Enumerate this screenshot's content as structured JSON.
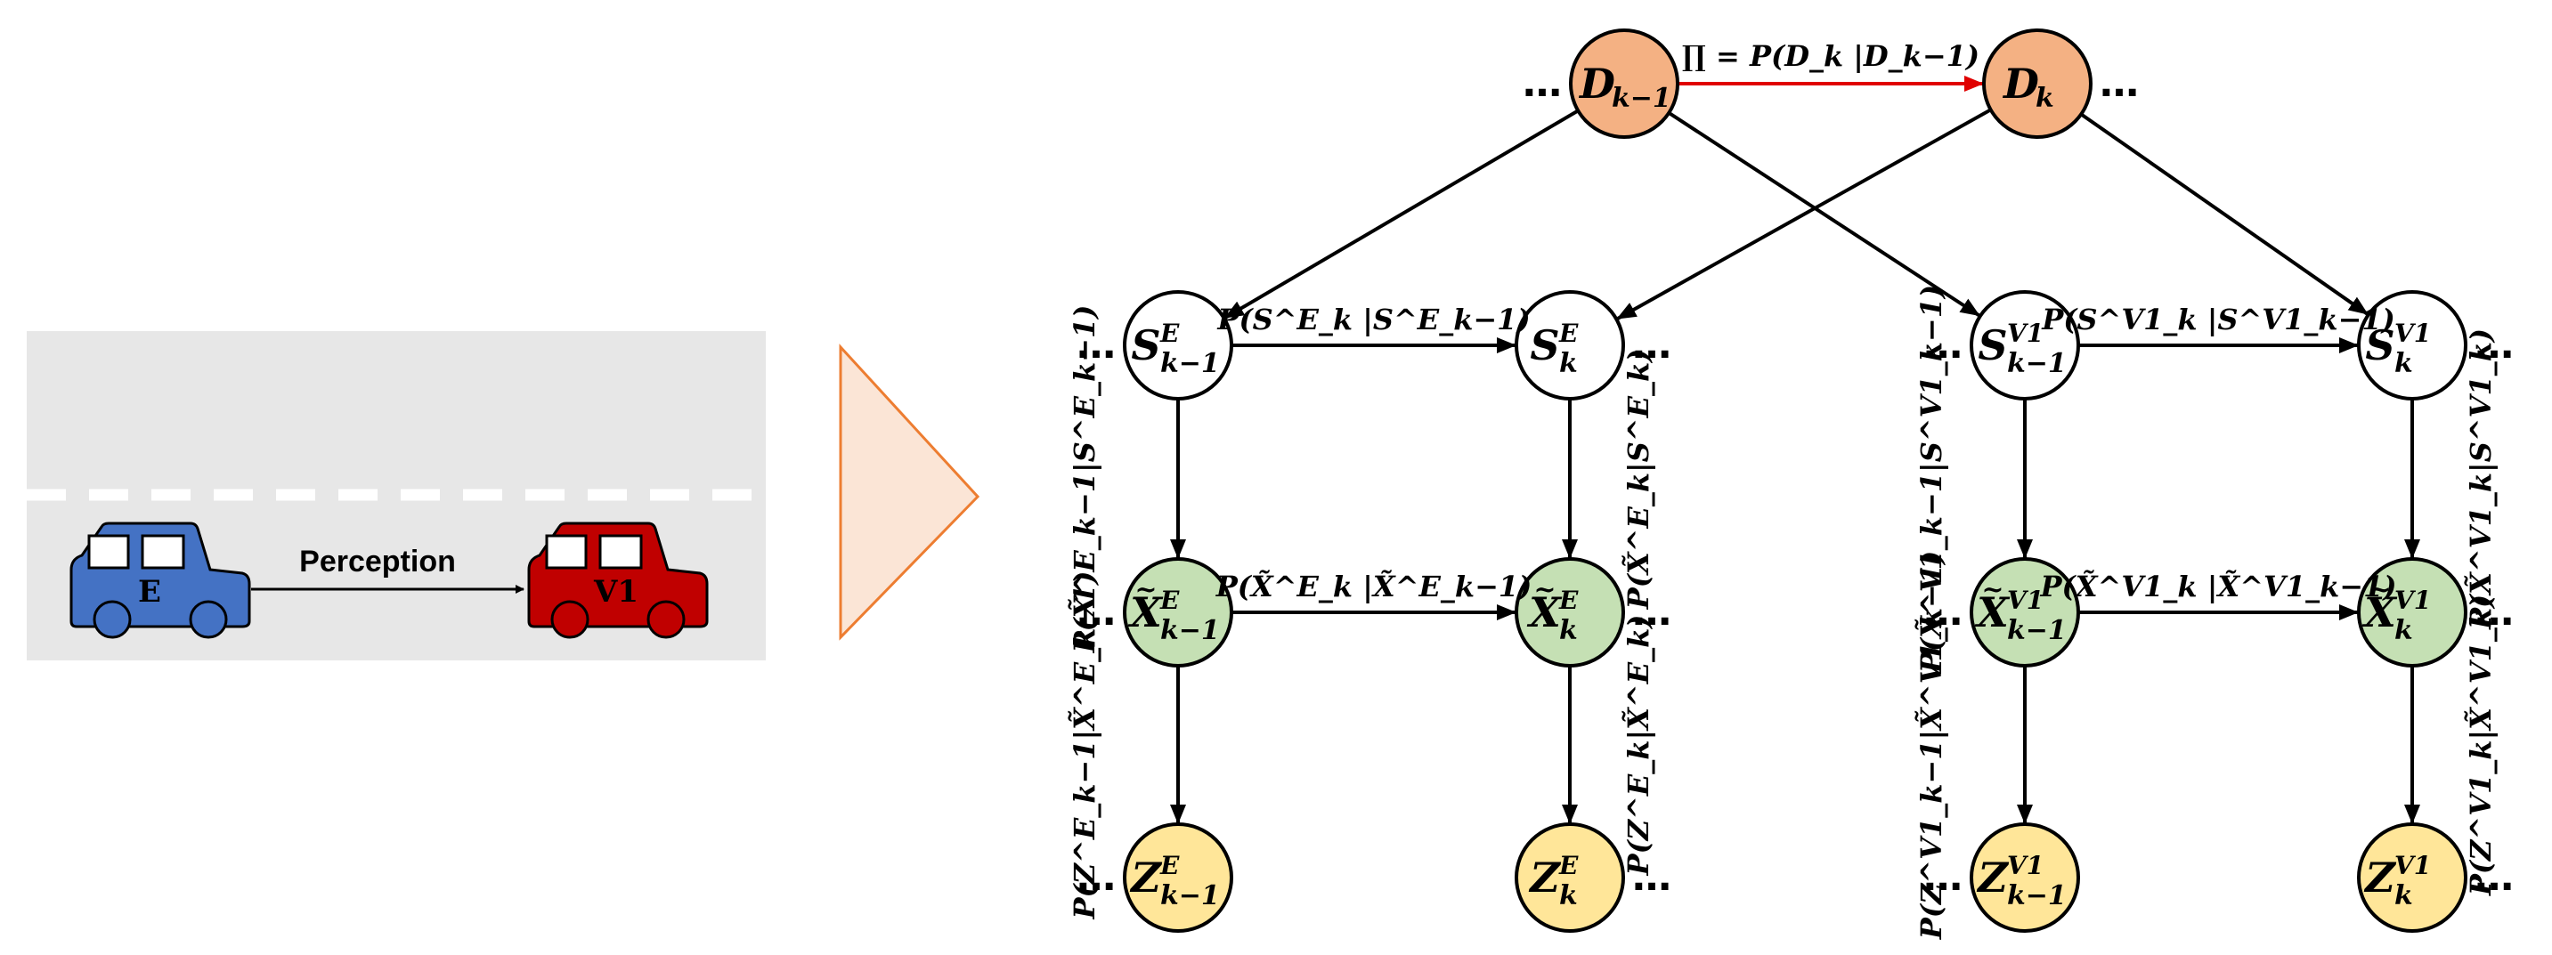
{
  "scene": {
    "perception_label": "Perception",
    "ego_label": "E",
    "target_label": "V1"
  },
  "colors": {
    "road": "#e7e7e7",
    "ego_car": "#4472c4",
    "target_car": "#c00000",
    "arrow_fill": "#fbe5d6",
    "arrow_stroke": "#ed7d31",
    "driver_node": "#f4b183",
    "state_node": "#ffffff",
    "hidden_node": "#c5e0b4",
    "obs_node": "#ffe699",
    "transition_edge": "#e00000"
  },
  "nodes": [
    {
      "id": "D_prev",
      "base": "D",
      "sub": "k−1",
      "sup": "",
      "tilde": false,
      "kind": "driver",
      "dots_left": true,
      "dots_right": false
    },
    {
      "id": "D_k",
      "base": "D",
      "sub": "k",
      "sup": "",
      "tilde": false,
      "kind": "driver",
      "dots_left": false,
      "dots_right": true
    },
    {
      "id": "SE_prev",
      "base": "S",
      "sub": "k−1",
      "sup": "E",
      "tilde": false,
      "kind": "state",
      "dots_left": true,
      "dots_right": false
    },
    {
      "id": "SE_k",
      "base": "S",
      "sub": "k",
      "sup": "E",
      "tilde": false,
      "kind": "state",
      "dots_left": false,
      "dots_right": true
    },
    {
      "id": "SV_prev",
      "base": "S",
      "sub": "k−1",
      "sup": "V1",
      "tilde": false,
      "kind": "state",
      "dots_left": true,
      "dots_right": false
    },
    {
      "id": "SV_k",
      "base": "S",
      "sub": "k",
      "sup": "V1",
      "tilde": false,
      "kind": "state",
      "dots_left": false,
      "dots_right": true
    },
    {
      "id": "XE_prev",
      "base": "X",
      "sub": "k−1",
      "sup": "E",
      "tilde": true,
      "kind": "hidden",
      "dots_left": true,
      "dots_right": false
    },
    {
      "id": "XE_k",
      "base": "X",
      "sub": "k",
      "sup": "E",
      "tilde": true,
      "kind": "hidden",
      "dots_left": false,
      "dots_right": true
    },
    {
      "id": "XV_prev",
      "base": "X",
      "sub": "k−1",
      "sup": "V1",
      "tilde": true,
      "kind": "hidden",
      "dots_left": true,
      "dots_right": false
    },
    {
      "id": "XV_k",
      "base": "X",
      "sub": "k",
      "sup": "V1",
      "tilde": true,
      "kind": "hidden",
      "dots_left": false,
      "dots_right": true
    },
    {
      "id": "ZE_prev",
      "base": "Z",
      "sub": "k−1",
      "sup": "E",
      "tilde": false,
      "kind": "obs",
      "dots_left": true,
      "dots_right": false
    },
    {
      "id": "ZE_k",
      "base": "Z",
      "sub": "k",
      "sup": "E",
      "tilde": false,
      "kind": "obs",
      "dots_left": false,
      "dots_right": true
    },
    {
      "id": "ZV_prev",
      "base": "Z",
      "sub": "k−1",
      "sup": "V1",
      "tilde": false,
      "kind": "obs",
      "dots_left": true,
      "dots_right": false
    },
    {
      "id": "ZV_k",
      "base": "Z",
      "sub": "k",
      "sup": "V1",
      "tilde": false,
      "kind": "obs",
      "dots_left": false,
      "dots_right": true
    }
  ],
  "edges": [
    {
      "from": "D_prev",
      "to": "D_k",
      "label": "∏ = P(D_k |D_k−1)",
      "red": true
    },
    {
      "from": "D_prev",
      "to": "SE_prev",
      "label": "",
      "red": false
    },
    {
      "from": "D_prev",
      "to": "SV_prev",
      "label": "",
      "red": false
    },
    {
      "from": "D_k",
      "to": "SE_k",
      "label": "",
      "red": false
    },
    {
      "from": "D_k",
      "to": "SV_k",
      "label": "",
      "red": false
    },
    {
      "from": "SE_prev",
      "to": "SE_k",
      "label": "P(S^E_k |S^E_k−1)",
      "red": false
    },
    {
      "from": "SV_prev",
      "to": "SV_k",
      "label": "P(S^V1_k |S^V1_k−1)",
      "red": false
    },
    {
      "from": "XE_prev",
      "to": "XE_k",
      "label": "P(X̃^E_k |X̃^E_k−1)",
      "red": false
    },
    {
      "from": "XV_prev",
      "to": "XV_k",
      "label": "P(X̃^V1_k |X̃^V1_k−1)",
      "red": false
    },
    {
      "from": "SE_prev",
      "to": "XE_prev",
      "label": "P(X̃^E_k−1|S^E_k−1)",
      "red": false
    },
    {
      "from": "SE_k",
      "to": "XE_k",
      "label": "P(X̃^E_k|S^E_k)",
      "red": false
    },
    {
      "from": "SV_prev",
      "to": "XV_prev",
      "label": "P(X̃^V1_k−1|S^V1_k−1)",
      "red": false
    },
    {
      "from": "SV_k",
      "to": "XV_k",
      "label": "P(X̃^V1_k|S^V1_k)",
      "red": false
    },
    {
      "from": "XE_prev",
      "to": "ZE_prev",
      "label": "P(Z^E_k−1|X̃^E_k−1)",
      "red": false
    },
    {
      "from": "XE_k",
      "to": "ZE_k",
      "label": "P(Z^E_k|X̃^E_k)",
      "red": false
    },
    {
      "from": "XV_prev",
      "to": "ZV_prev",
      "label": "P(Z^V1_k−1|X̃^V1_k−1)",
      "red": false
    },
    {
      "from": "XV_k",
      "to": "ZV_k",
      "label": "P(Z^V1_k|X̃^V1_k)",
      "red": false
    }
  ]
}
